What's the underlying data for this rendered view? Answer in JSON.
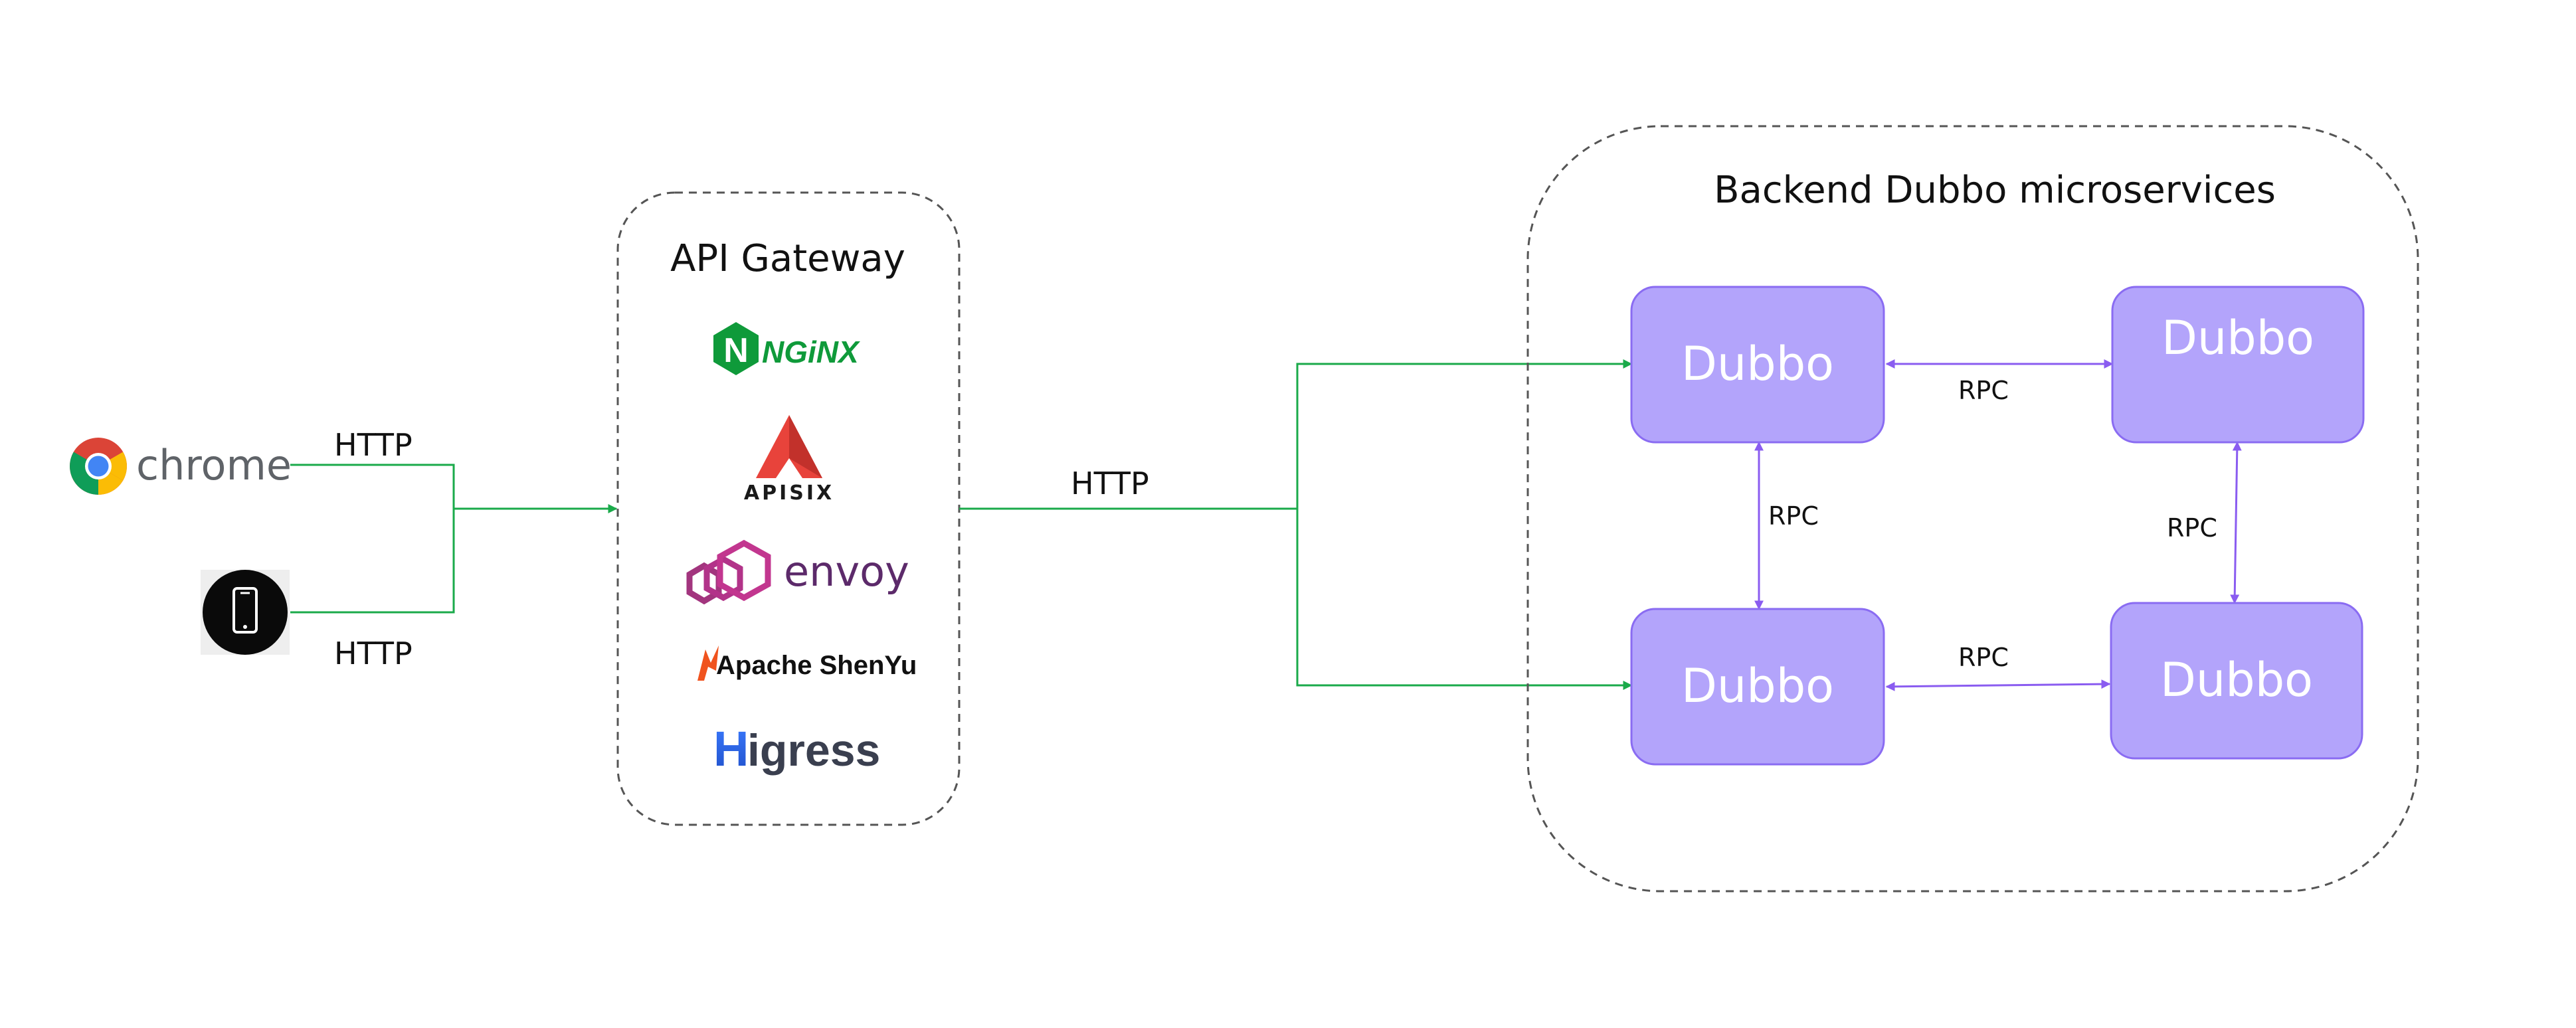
{
  "colors": {
    "http_line": "#1aaa4a",
    "rpc_line": "#8a5cf0",
    "dubbo_fill": "#b3a4fb",
    "dubbo_stroke": "#8a6cf2",
    "dashed_border": "#555555",
    "nginx_green": "#0f9a3a",
    "apisix_red": "#e8433b",
    "envoy_magenta": "#c2368f",
    "envoy_text": "#5c2a6a",
    "higress_blue": "#2f6fe8",
    "higress_text": "#3a3f4f",
    "shenyu_orange": "#f0531e"
  },
  "clients": {
    "browser_label": "chrome",
    "browser_icon": "chrome-logo",
    "mobile_icon": "mobile-phone-icon",
    "http_top": "HTTP",
    "http_bottom": "HTTP"
  },
  "gateway": {
    "title": "API Gateway",
    "logos": {
      "nginx": {
        "letter": "N",
        "text": "NGiNX"
      },
      "apisix": {
        "text": "APISIX"
      },
      "envoy": {
        "text": "envoy"
      },
      "shenyu": {
        "text": "Apache ShenYu"
      },
      "higress": {
        "letter": "H",
        "text": "igress"
      }
    }
  },
  "gateway_to_backend": {
    "label": "HTTP"
  },
  "backend": {
    "title": "Backend Dubbo microservices",
    "nodes": [
      "Dubbo",
      "Dubbo",
      "Dubbo",
      "Dubbo"
    ],
    "rpc_labels": [
      "RPC",
      "RPC",
      "RPC",
      "RPC"
    ]
  }
}
